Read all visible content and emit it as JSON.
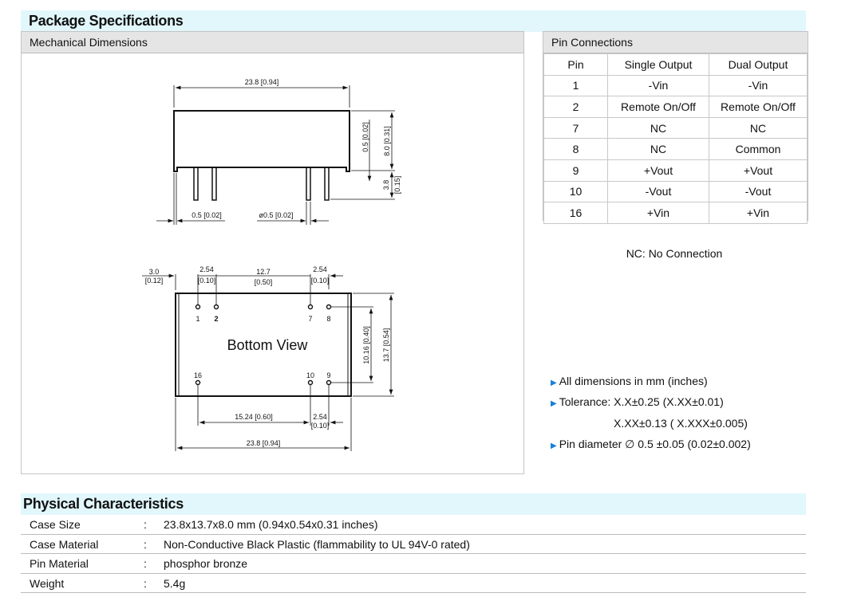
{
  "package": {
    "title": "Package Specifications",
    "mech_title": "Mechanical Dimensions",
    "top_view": {
      "width": "23.8 [0.94]",
      "standoff": "0.5 [0.02]",
      "height": "8.0 [0.31]",
      "pin_len_a": "3.8",
      "pin_len_b": "[0.15]",
      "notch": "0.5 [0.02]",
      "pin_dia": "ø0.5 [0.02]"
    },
    "bottom_view": {
      "label": "Bottom View",
      "d_edge_a": "3.0",
      "d_edge_b": "[0.12]",
      "p12_a": "2.54",
      "p12_b": "[0.10]",
      "p27_a": "12.7",
      "p27_b": "[0.50]",
      "p78_a": "2.54",
      "p78_b": "[0.10]",
      "row_sp": "10.16 [0.40]",
      "depth": "13.7 [0.54]",
      "p16_10": "15.24 [0.60]",
      "p10_9_a": "2.54",
      "p10_9_b": "[0.10]",
      "width": "23.8 [0.94]",
      "pins": [
        "1",
        "2",
        "7",
        "8",
        "16",
        "10",
        "9"
      ]
    }
  },
  "pin_connections": {
    "title": "Pin Connections",
    "headers": [
      "Pin",
      "Single Output",
      "Dual Output"
    ],
    "rows": [
      [
        "1",
        "-Vin",
        "-Vin"
      ],
      [
        "2",
        "Remote On/Off",
        "Remote On/Off"
      ],
      [
        "7",
        "NC",
        "NC"
      ],
      [
        "8",
        "NC",
        "Common"
      ],
      [
        "9",
        "+Vout",
        "+Vout"
      ],
      [
        "10",
        "-Vout",
        "-Vout"
      ],
      [
        "16",
        "+Vin",
        "+Vin"
      ]
    ],
    "nc_note": "NC: No Connection"
  },
  "notes": [
    "All dimensions in mm (inches)",
    "Tolerance: X.X±0.25 (X.XX±0.01)",
    "X.XX±0.13 ( X.XXX±0.005)",
    "Pin diameter ∅ 0.5 ±0.05 (0.02±0.002)"
  ],
  "physical": {
    "title": "Physical Characteristics",
    "sep": ":",
    "rows": [
      {
        "label": "Case Size",
        "value": "23.8x13.7x8.0 mm (0.94x0.54x0.31 inches)"
      },
      {
        "label": "Case Material",
        "value": "Non-Conductive Black Plastic (flammability to UL 94V-0 rated)"
      },
      {
        "label": "Pin Material",
        "value": "phosphor bronze"
      },
      {
        "label": "Weight",
        "value": "5.4g"
      }
    ]
  },
  "colors": {
    "section_bg": "#e1f7fc",
    "panel_head": "#e5e5e5",
    "bullet": "#1a7fd6"
  }
}
